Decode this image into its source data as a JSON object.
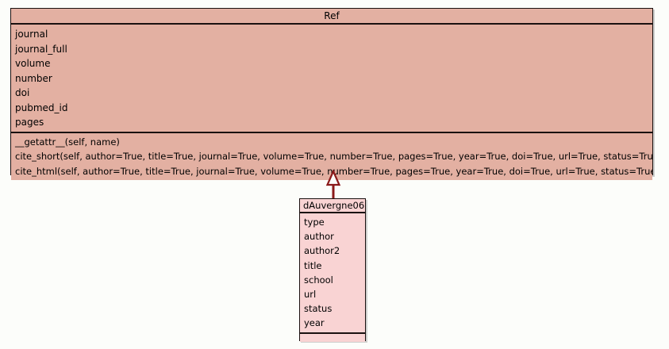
{
  "diagram": {
    "type": "uml-class-diagram",
    "background_color": "#fcfdfa",
    "edge_color": "#8b1a1a",
    "border_color": "#1a1110"
  },
  "classes": [
    {
      "id": "ref",
      "name": "Ref",
      "fill_color": "#e3b0a2",
      "attributes": [
        "journal",
        "journal_full",
        "volume",
        "number",
        "doi",
        "pubmed_id",
        "pages"
      ],
      "methods": [
        "__getattr__(self, name)",
        "cite_short(self, author=True, title=True, journal=True, volume=True, number=True, pages=True, year=True, doi=True, url=True, status=True)",
        "cite_html(self, author=True, title=True, journal=True, volume=True, number=True, pages=True, year=True, doi=True, url=True, status=True)"
      ]
    },
    {
      "id": "dauvergne06",
      "name": "dAuvergne06",
      "fill_color": "#f9d3d3",
      "attributes": [
        "type",
        "author",
        "author2",
        "title",
        "school",
        "url",
        "status",
        "year"
      ],
      "methods": []
    }
  ],
  "relationships": [
    {
      "kind": "generalization",
      "from": "dauvergne06",
      "to": "ref",
      "arrow": "hollow-triangle",
      "color": "#8b1a1a"
    }
  ]
}
